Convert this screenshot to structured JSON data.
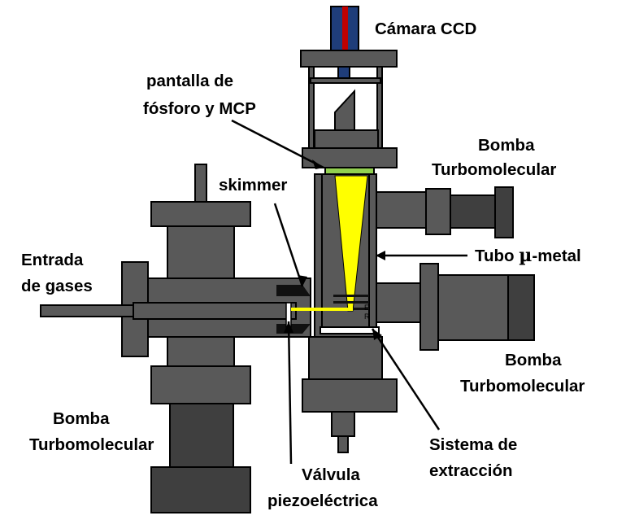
{
  "labels": {
    "camara": "Cámara CCD",
    "pantalla_1": "pantalla de",
    "pantalla_2": "fósforo y MCP",
    "bomba_top_1": "Bomba",
    "bomba_top_2": "Turbomolecular",
    "skimmer": "skimmer",
    "entrada_1": "Entrada",
    "entrada_2": "de gases",
    "tubo_prefix": "Tubo ",
    "tubo_mu": "µ",
    "tubo_suffix": "-metal",
    "bomba_right_1": "Bomba",
    "bomba_right_2": "Turbomolecular",
    "bomba_left_1": "Bomba",
    "bomba_left_2": "Turbomolecular",
    "sistema_1": "Sistema de",
    "sistema_2": "extracción",
    "valvula_1": "Válvula",
    "valvula_2": "piezoeléctrica",
    "letter_e": "E",
    "letter_r": "R"
  },
  "colors": {
    "chamber": "#595959",
    "pump": "#3f3f3f",
    "beam": "#ffff00",
    "camera": "#1f3d7a",
    "camera_stripe": "#c00000",
    "phosphor": "#92d050",
    "dark_parts": "#111111"
  }
}
